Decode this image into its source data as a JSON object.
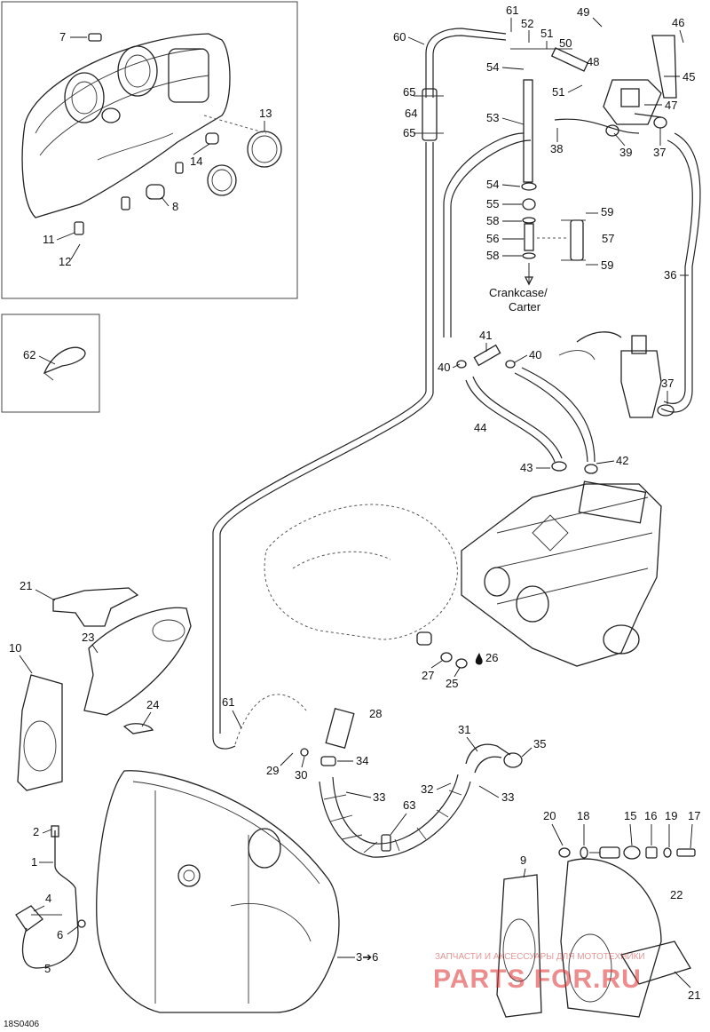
{
  "diagram_id": "18S0406",
  "crankcase_note": {
    "line1": "Crankcase/",
    "line2": "Carter"
  },
  "callouts": {
    "c1": "1",
    "c2": "2",
    "c3": "3➔6",
    "c4": "4",
    "c5": "5",
    "c6": "6",
    "c7": "7",
    "c8": "8",
    "c9": "9",
    "c10": "10",
    "c11": "11",
    "c12": "12",
    "c13": "13",
    "c14": "14",
    "c15": "15",
    "c16": "16",
    "c17": "17",
    "c18": "18",
    "c19": "19",
    "c20": "20",
    "c21a": "21",
    "c21b": "21",
    "c22": "22",
    "c23": "23",
    "c24": "24",
    "c25": "25",
    "c26": "26",
    "c27": "27",
    "c28": "28",
    "c29": "29",
    "c30": "30",
    "c31": "31",
    "c32": "32",
    "c33a": "33",
    "c33b": "33",
    "c34": "34",
    "c35": "35",
    "c36": "36",
    "c37a": "37",
    "c37b": "37",
    "c38": "38",
    "c39": "39",
    "c40a": "40",
    "c40b": "40",
    "c41": "41",
    "c42": "42",
    "c43": "43",
    "c44": "44",
    "c45": "45",
    "c46": "46",
    "c47": "47",
    "c48": "48",
    "c49": "49",
    "c50": "50",
    "c51a": "51",
    "c51b": "51",
    "c52": "52",
    "c53": "53",
    "c54a": "54",
    "c54b": "54",
    "c55": "55",
    "c56": "56",
    "c57": "57",
    "c58a": "58",
    "c58b": "58",
    "c59a": "59",
    "c59b": "59",
    "c60": "60",
    "c61a": "61",
    "c61b": "61",
    "c62": "62",
    "c63": "63",
    "c64": "64",
    "c65a": "65",
    "c65b": "65"
  },
  "watermark": {
    "line1": "ЗАПЧАСТИ И АКСЕССУАРЫ ДЛЯ МОТОТЕХНИКИ",
    "logo": "PARTS FOR.RU",
    "color": "#e03030"
  }
}
